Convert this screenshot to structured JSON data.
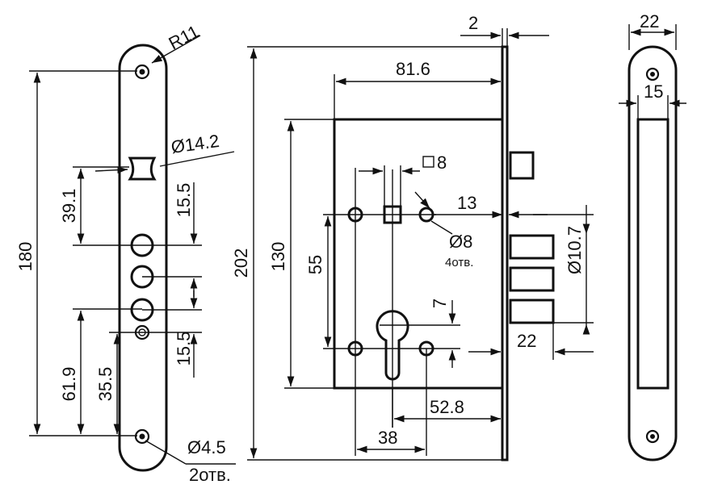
{
  "strike_plate": {
    "radius_label": "R11",
    "cam_hole_label": "Ø14.2",
    "overall_length_label": "180",
    "upper_offset_label": "39.1",
    "upper_pitch_label": "15.5",
    "lower_pitch_label": "15.5",
    "lower_offset_1_label": "61.9",
    "lower_offset_2_label": "35.5",
    "screw_hole_label": "Ø4.5",
    "screw_hole_count_label": "2отв."
  },
  "lock_body": {
    "faceplate_thickness_label": "2",
    "case_depth_label": "81.6",
    "faceplate_length_label": "202",
    "case_height_label": "130",
    "square_label": "8",
    "backset_hole_label": "13",
    "mount_hole_label": "Ø8",
    "mount_hole_count_label": "4отв.",
    "bolt_diameter_label": "Ø10.7",
    "hole_spacing_label": "55",
    "cylinder_offset_label": "7",
    "bolt_projection_label": "22",
    "backset_label": "52.8",
    "hole_pitch_label": "38"
  },
  "faceplate": {
    "width_label": "22",
    "inner_width_label": "15"
  }
}
